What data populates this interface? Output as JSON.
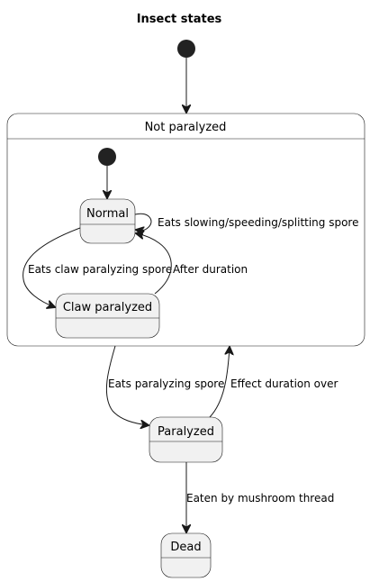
{
  "diagram": {
    "title": "Insect states",
    "states": {
      "not_paralyzed": "Not paralyzed",
      "normal": "Normal",
      "claw_paralyzed": "Claw paralyzed",
      "paralyzed": "Paralyzed",
      "dead": "Dead"
    },
    "transitions": {
      "normal_self": "Eats slowing/speeding/splitting spore",
      "normal_to_claw": "Eats claw paralyzing spore",
      "claw_to_normal": "After duration",
      "not_paralyzed_to_paralyzed": "Eats paralyzing spore",
      "paralyzed_to_not_paralyzed": "Effect duration over",
      "paralyzed_to_dead": "Eaten by mushroom thread"
    }
  },
  "colors": {
    "state_fill": "#f1f1f1",
    "line": "#181818",
    "initial_dot": "#222222",
    "background": "#ffffff"
  }
}
